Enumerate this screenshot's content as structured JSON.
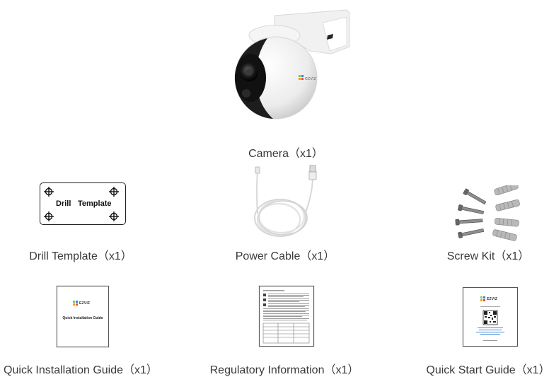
{
  "items": {
    "camera": {
      "label": "Camera（x1）"
    },
    "drill_template": {
      "label": "Drill Template（x1）",
      "word1": "Drill",
      "word2": "Template"
    },
    "power_cable": {
      "label": "Power Cable（x1）"
    },
    "screw_kit": {
      "label": "Screw Kit（x1）"
    },
    "quick_installation_guide": {
      "label": "Quick Installation Guide（x1）",
      "cover_title": "Quick Installation Guide",
      "logo": "EZVIZ"
    },
    "regulatory_information": {
      "label": "Regulatory Information（x1）"
    },
    "quick_start_guide": {
      "label": "Quick Start Guide（x1）",
      "logo": "EZVIZ"
    }
  },
  "colors": {
    "logo_green": "#8bc34a",
    "logo_blue": "#2f80ed",
    "logo_orange": "#f39c12",
    "logo_red": "#e74c3c"
  }
}
